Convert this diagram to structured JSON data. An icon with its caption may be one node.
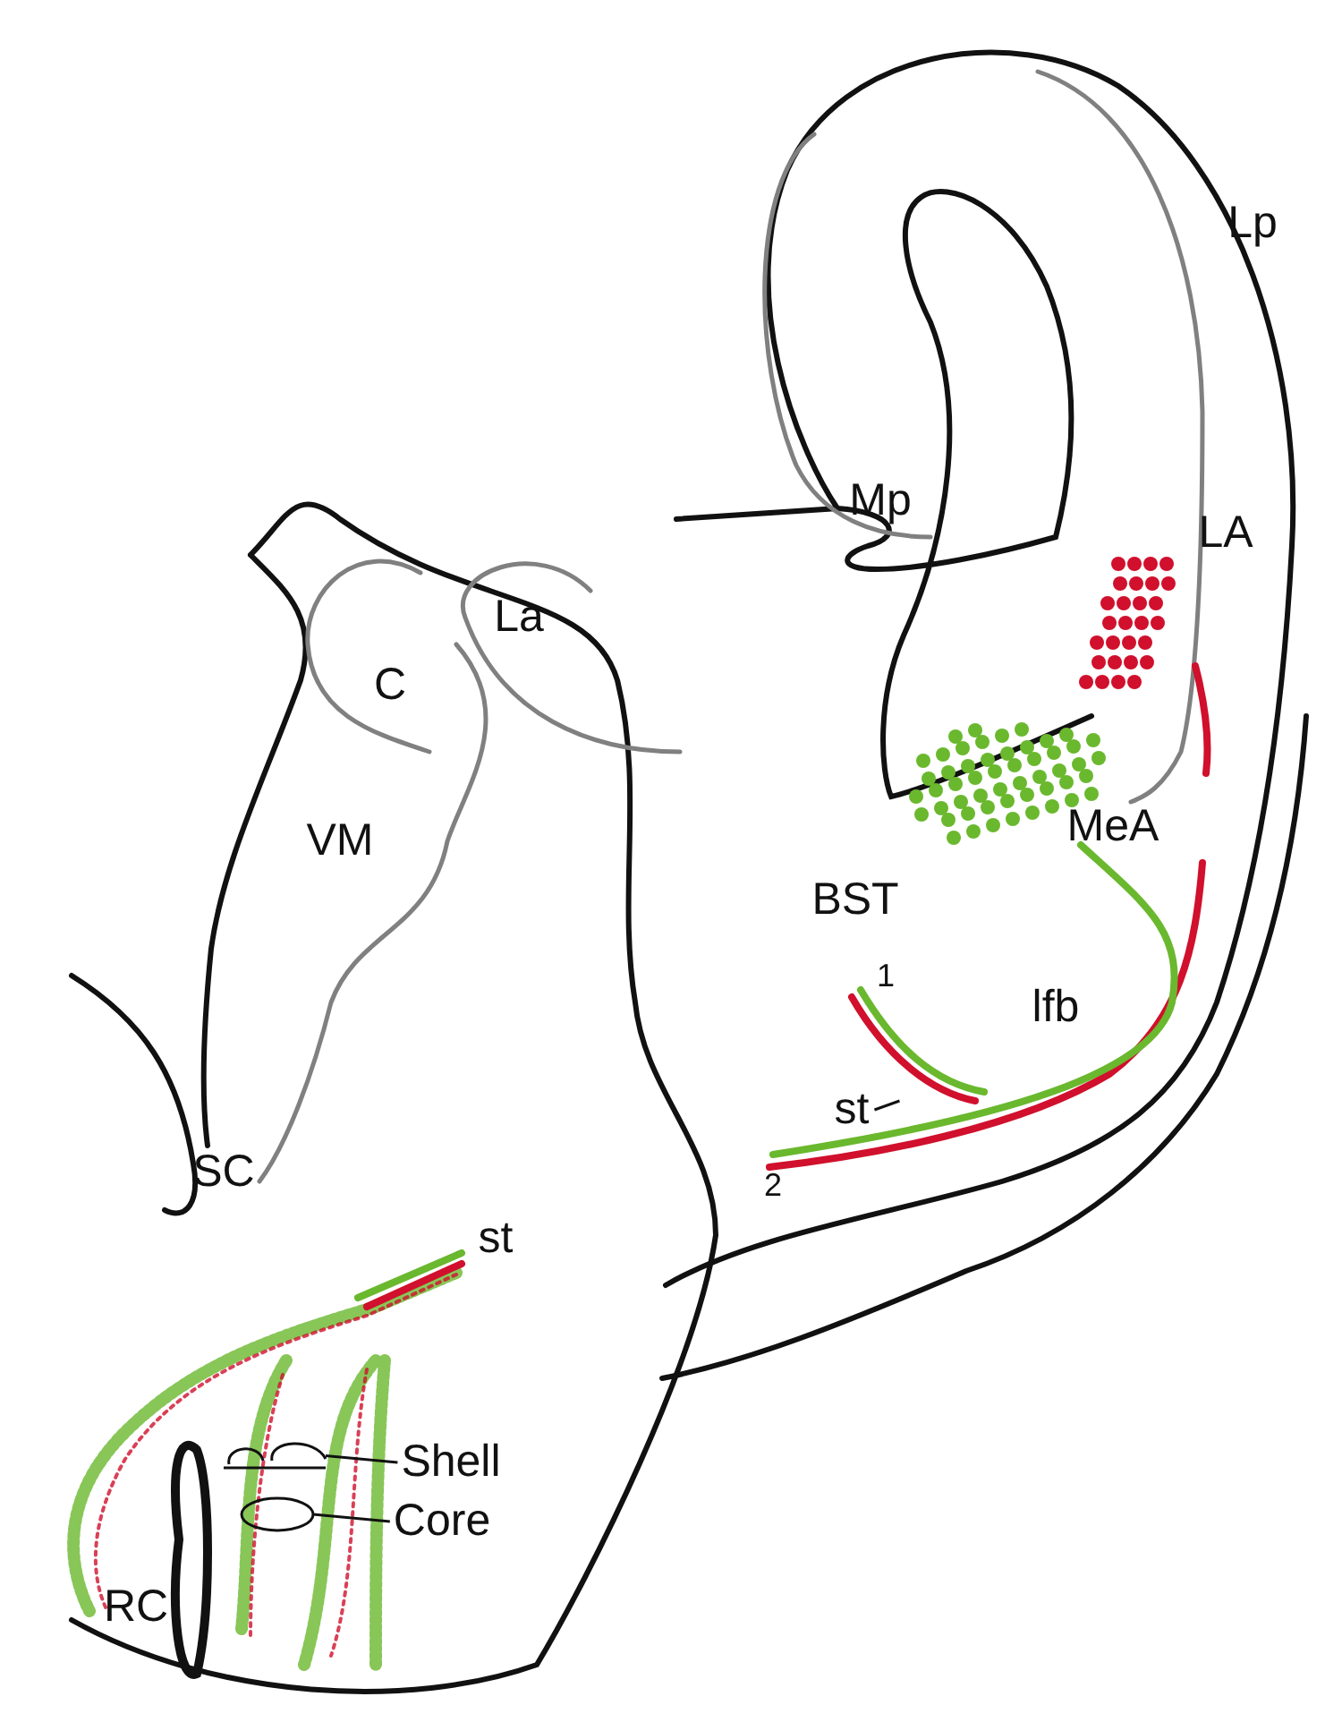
{
  "diagram": {
    "nodes": [
      {
        "text": [
          "st"
        ]
      },
      {
        "text": [
          "Shell"
        ]
      },
      {
        "text": [],
        "shape": "picture"
      },
      {
        "text": [
          "Core"
        ]
      },
      {
        "text": [],
        "shape": "circle"
      }
    ],
    "edges": [
      {
        "from": 0,
        "to": null,
        "arrow": "none"
      },
      {
        "from": 1,
        "to": 2,
        "arrow": "none"
      },
      {
        "from": 3,
        "to": 4,
        "arrow": "none"
      }
    ],
    "labels": [
      "Lp",
      "Mp",
      "LA",
      "La",
      "MeA",
      "C",
      "BST",
      "VM",
      "1",
      "lfb",
      "2",
      "SC",
      "st",
      "RC"
    ]
  }
}
